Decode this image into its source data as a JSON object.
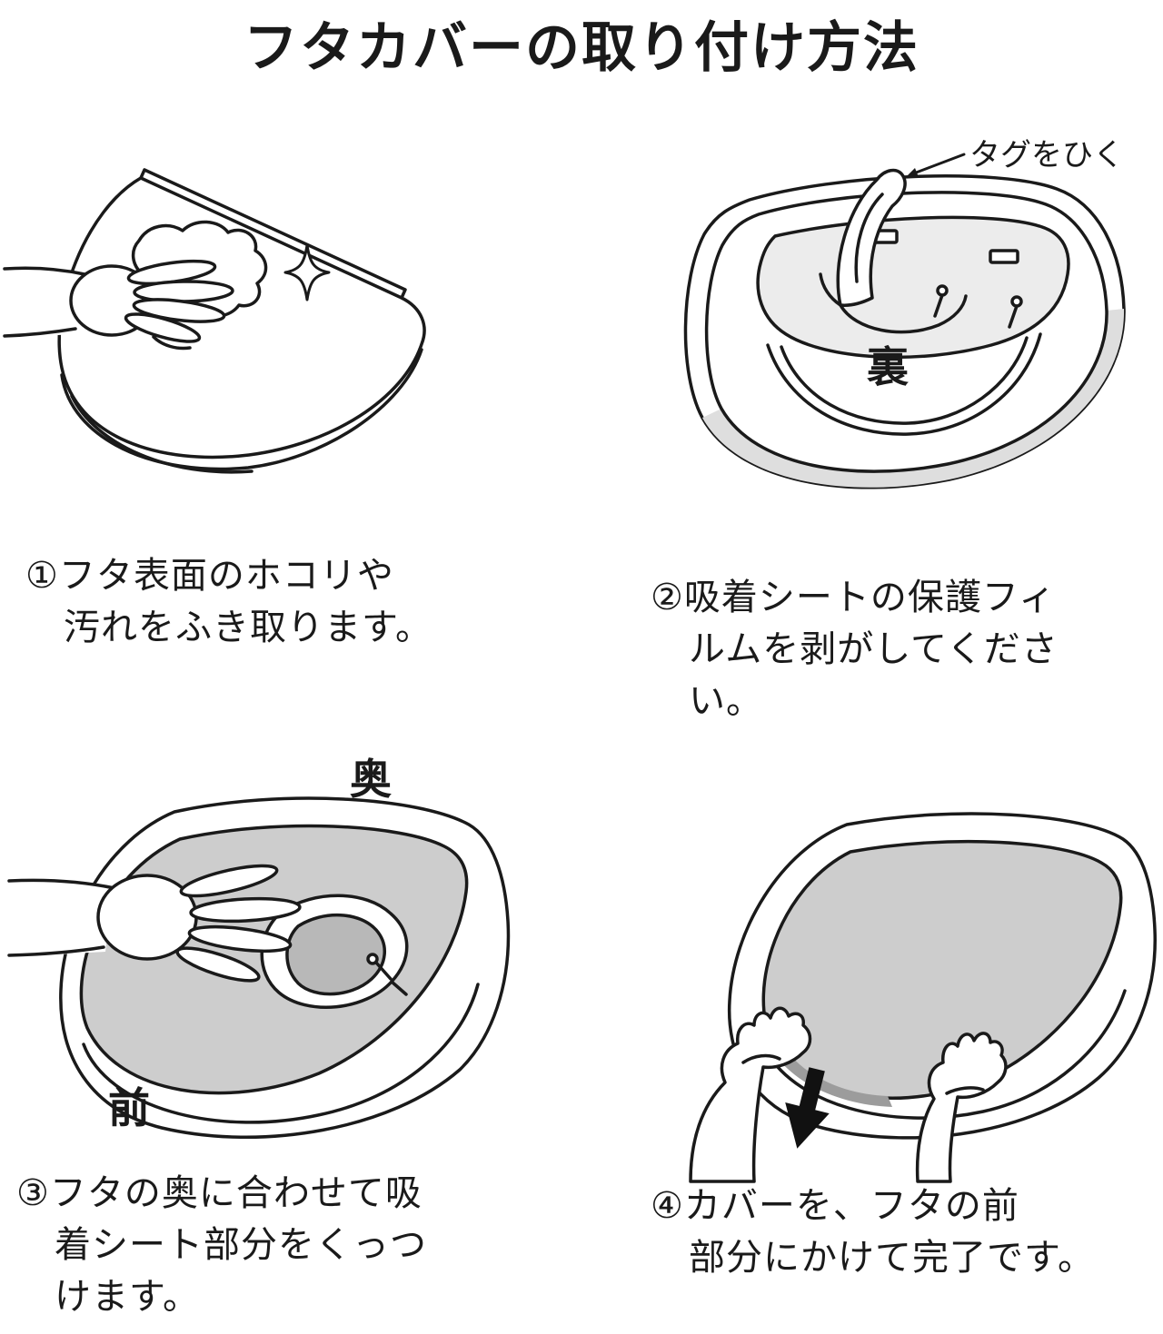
{
  "page": {
    "title": "フタカバーの取り付け方法",
    "background": "#ffffff",
    "ink": "#1a1a1a",
    "cover_gray": "#cdcdcd",
    "shadow_gray": "#9c9c9c"
  },
  "steps": [
    {
      "illustration": "wipe-lid-with-cloth",
      "lines": [
        "①フタ表面のホコリや",
        "汚れをふき取ります。"
      ]
    },
    {
      "illustration": "peel-protective-film",
      "labels": {
        "tag": "タグをひく",
        "side": "裏"
      },
      "lines": [
        "②吸着シートの保護フィ",
        "ルムを剥がしてくださ",
        "い。"
      ]
    },
    {
      "illustration": "attach-sheet-at-back",
      "labels": {
        "back": "奥",
        "front": "前"
      },
      "lines": [
        "③フタの奥に合わせて吸",
        "着シート部分をくっつ",
        "けます。"
      ]
    },
    {
      "illustration": "hook-cover-on-front",
      "lines": [
        "④カバーを、フタの前",
        "部分にかけて完了です。"
      ]
    }
  ]
}
